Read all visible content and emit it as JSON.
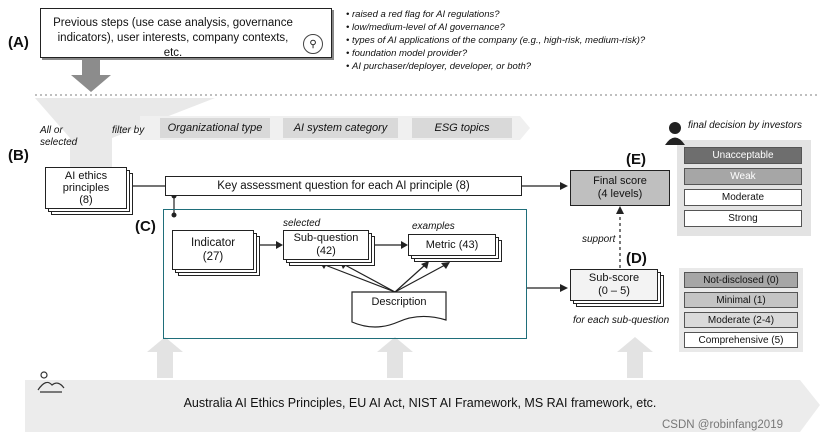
{
  "labels": {
    "a": "(A)",
    "b": "(B)",
    "c": "(C)",
    "d": "(D)",
    "e": "(E)"
  },
  "previous_steps": "Previous steps (use case analysis, governance indicators), user interests, company contexts, etc.",
  "questions": [
    "raised a red flag for AI regulations?",
    "low/medium-level of AI governance?",
    "types of AI applications of the company (e.g., high-risk, medium-risk)?",
    "foundation model provider?",
    "AI purchaser/deployer, developer, or both?"
  ],
  "filter": {
    "label": "filter by",
    "pills": [
      "Organizational type",
      "AI system category",
      "ESG topics"
    ],
    "all_or_selected": "All or selected"
  },
  "principles": {
    "line1": "AI ethics",
    "line2": "principles",
    "count": "(8)"
  },
  "key_question": "Key assessment question for each AI principle (8)",
  "final_score": {
    "line1": "Final score",
    "line2": "(4 levels)"
  },
  "investors_label": "final decision by investors",
  "final_levels": [
    {
      "label": "Unacceptable",
      "color": "#6e6e6e",
      "text_color": "#ffffff"
    },
    {
      "label": "Weak",
      "color": "#a6a6a6",
      "text_color": "#ffffff"
    },
    {
      "label": "Moderate",
      "color": "#ffffff",
      "text_color": "#111111"
    },
    {
      "label": "Strong",
      "color": "#ffffff",
      "text_color": "#111111"
    }
  ],
  "support": "support",
  "indicator": {
    "line1": "Indicator",
    "line2": "(27)"
  },
  "selected": "selected",
  "subquestion": {
    "line1": "Sub-question",
    "line2": "(42)"
  },
  "examples": "examples",
  "metric": "Metric (43)",
  "description": "Description",
  "subscore": {
    "line1": "Sub-score",
    "line2": "(0 – 5)"
  },
  "for_each": "for each sub-question",
  "sub_levels": [
    {
      "label": "Not-disclosed (0)",
      "color": "#a6a6a6"
    },
    {
      "label": "Minimal (1)",
      "color": "#c4c4c4"
    },
    {
      "label": "Moderate (2-4)",
      "color": "#dadada"
    },
    {
      "label": "Comprehensive (5)",
      "color": "#ffffff"
    }
  ],
  "frameworks": "Australia AI Ethics Principles, EU AI Act, NIST AI Framework, MS RAI framework, etc.",
  "watermark": "CSDN @robinfang2019"
}
